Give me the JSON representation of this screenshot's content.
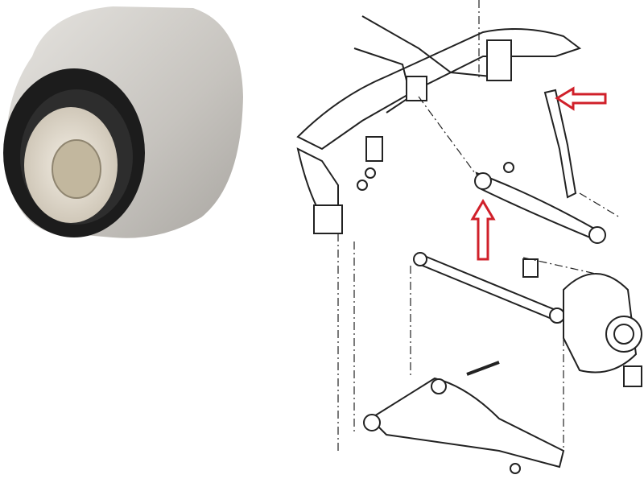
{
  "photo": {
    "subject": "bushing",
    "colors": {
      "metal": "#c9c6c1",
      "rubber": "#1c1c1c",
      "sleeve": "#e4ddd0"
    }
  },
  "diagram": {
    "style": "exploded line drawing",
    "colors": {
      "line": "#222222",
      "highlight_arrow": "#d0202a"
    },
    "arrows": [
      {
        "name": "arrow-left-to-upper-link",
        "direction": "left"
      },
      {
        "name": "arrow-up-to-control-arm-bushing",
        "direction": "up"
      }
    ]
  }
}
